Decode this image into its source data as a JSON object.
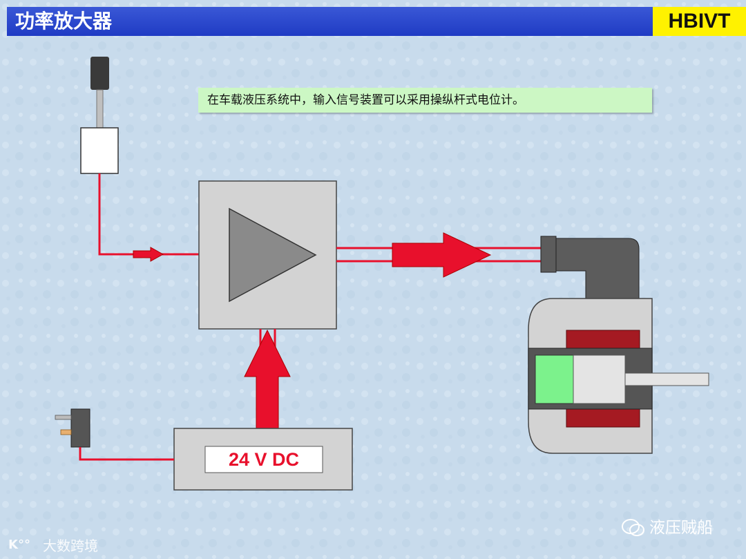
{
  "header": {
    "title": "功率放大器",
    "logo": "HBIVT"
  },
  "note": {
    "text": "在车载液压系统中，输入信号装置可以采用操纵杆式电位计。"
  },
  "power_supply": {
    "label": "24 V  DC"
  },
  "watermarks": {
    "left": "大数跨境",
    "right": "液压贼船"
  },
  "colors": {
    "header_blue": "#2342c9",
    "logo_yellow": "#fff200",
    "note_green": "#ccf7c4",
    "signal_red": "#e8102c",
    "box_gray": "#d3d3d3",
    "coil_red": "#a51a22",
    "spool_green": "#7cf28c"
  }
}
